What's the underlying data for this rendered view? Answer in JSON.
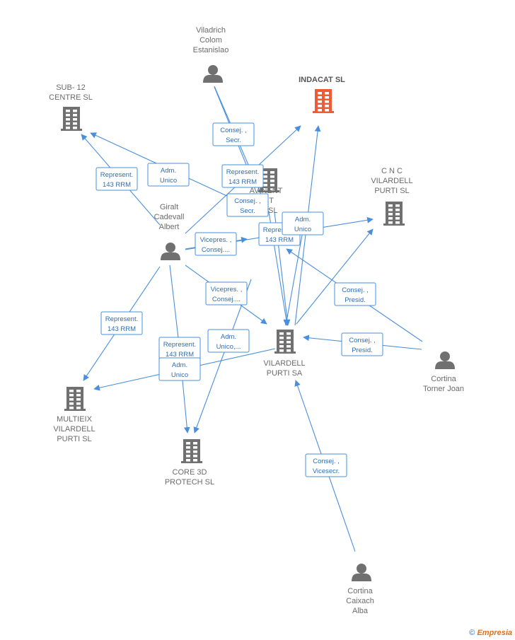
{
  "colors": {
    "edge": "#4a8fdc",
    "company": "#707070",
    "focus": "#f05a35",
    "person": "#707070"
  },
  "nodes": [
    {
      "id": "viladrich",
      "type": "person",
      "label": [
        "Viladrich",
        "Colom",
        "Estanislao"
      ]
    },
    {
      "id": "indacat",
      "type": "company",
      "focus": true,
      "label": [
        "INDACAT SL"
      ]
    },
    {
      "id": "sub12",
      "type": "company",
      "label": [
        "SUB- 12",
        "CENTRE SL"
      ]
    },
    {
      "id": "cnc",
      "type": "company",
      "label": [
        "C N C",
        "VILARDELL",
        "PURTI SL"
      ]
    },
    {
      "id": "avinent",
      "type": "company",
      "label": [
        "AVINENT",
        "ANT",
        "EM SL"
      ]
    },
    {
      "id": "giralt",
      "type": "person",
      "label": [
        "Giralt",
        "Cadevall",
        "Albert"
      ]
    },
    {
      "id": "vilardell",
      "type": "company",
      "label": [
        "VILARDELL",
        "PURTI SA"
      ]
    },
    {
      "id": "cortina_t",
      "type": "person",
      "label": [
        "Cortina",
        "Torner Joan"
      ]
    },
    {
      "id": "multieix",
      "type": "company",
      "label": [
        "MULTIEIX",
        "VILARDELL",
        "PURTI SL"
      ]
    },
    {
      "id": "core3d",
      "type": "company",
      "label": [
        "CORE 3D",
        "PROTECH SL"
      ]
    },
    {
      "id": "cortina_c",
      "type": "person",
      "label": [
        "Cortina",
        "Caixach",
        "Alba"
      ]
    }
  ],
  "edges": [
    {
      "label": [
        "Consej. ,",
        "Secr."
      ]
    },
    {
      "label": [
        "Represent.",
        "143 RRM"
      ]
    },
    {
      "label": [
        "Adm.",
        "Unico"
      ]
    },
    {
      "label": [
        "Represent.",
        "143 RRM"
      ]
    },
    {
      "label": [
        "Consej. ,",
        "Secr."
      ]
    },
    {
      "label": [
        "Adm.",
        "Unico"
      ]
    },
    {
      "label": [
        "Represent.",
        "143 RRM"
      ]
    },
    {
      "label": [
        "Vicepres. ,",
        "Consej...."
      ]
    },
    {
      "label": [
        "Adm.",
        "Unico"
      ]
    },
    {
      "label": [
        "Consej. ,",
        "Presid."
      ]
    },
    {
      "label": [
        "Vicepres. ,",
        "Consej...."
      ]
    },
    {
      "label": [
        "Represent.",
        "143 RRM"
      ]
    },
    {
      "label": [
        "Adm.",
        "Unico,..."
      ]
    },
    {
      "label": [
        "Consej. ,",
        "Presid."
      ]
    },
    {
      "label": [
        "Represent.",
        "143 RRM"
      ]
    },
    {
      "label": [
        "Adm.",
        "Unico"
      ]
    },
    {
      "label": [
        "Consej. ,",
        "Vicesecr."
      ]
    }
  ],
  "credit": {
    "copyright": "©",
    "brand": "Empresia"
  }
}
